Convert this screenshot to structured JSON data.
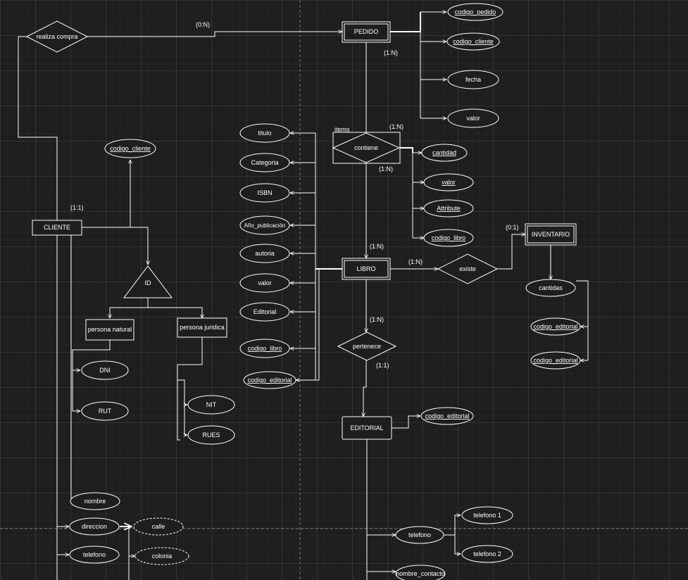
{
  "relationships": {
    "realiza_compra": "realiza compra",
    "contiene": "contiene",
    "existe": "existe",
    "pertenece": "pertenece"
  },
  "entities": {
    "pedido": "PEDIDO",
    "libro": "LIBRO",
    "cliente": "CLIENTE",
    "inventario": "INVENTARIO",
    "editorial": "EDITORIAL",
    "persona_natural": "persona natural",
    "persona_juridica": "persona juridica"
  },
  "specialization": {
    "id": "ID"
  },
  "items_label": "items",
  "pedido_attributes": [
    "codigo_pedido",
    "codigo_cliente",
    "fecha",
    "valor"
  ],
  "contiene_attributes": [
    "cantidad",
    "valor",
    "Attribute",
    "codigo_libro"
  ],
  "libro_attributes": [
    "titulo",
    "Categoria",
    "ISBN",
    "Año_publicación",
    "autoria",
    "valor",
    "Editorial",
    "codigo_libro",
    "codigo_editorial"
  ],
  "inventario_attributes": [
    "cantidas",
    "codigo_editorial",
    "codigo_editorial"
  ],
  "cliente_attributes": {
    "codigo_cliente": "codigo_cliente",
    "nombre": "nombre",
    "direccion": "direccion",
    "telefono": "telefono",
    "calle": "calle",
    "colonia": "colonia"
  },
  "natural_attributes": [
    "DNI",
    "RUT"
  ],
  "juridica_attributes": [
    "NIT",
    "RUES"
  ],
  "editorial_attributes": {
    "codigo_editorial": "codigo_editorial",
    "telefono": "telefono",
    "telefono_1": "telefono 1",
    "telefono_2": "telefono 2",
    "nombre_contacto": "nombre_contacto"
  },
  "cardinalities": {
    "realiza_pedido": "(0:N)",
    "pedido_contiene": "(1:N)",
    "contiene_top": "(1:N)",
    "contiene_bottom": "(1:N)",
    "libro_top": "(1:N)",
    "libro_existe": "(1:N)",
    "inventario": "(0:1)",
    "cliente": "(1:1)",
    "libro_pertenece": "(1:N)",
    "pertenece_editorial": "(1:1)"
  }
}
